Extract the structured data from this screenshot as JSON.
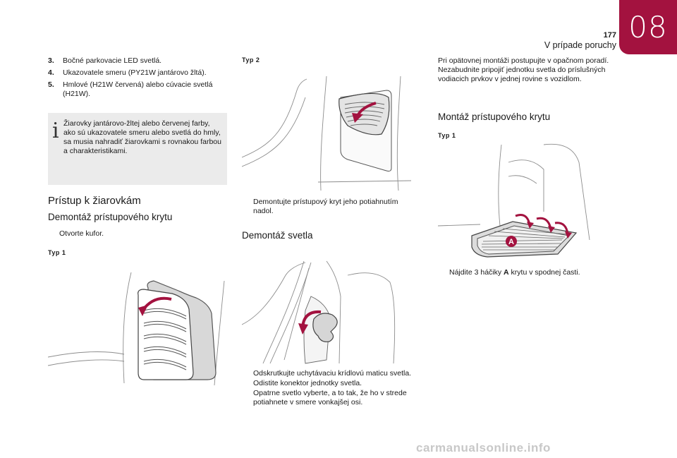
{
  "header": {
    "chapter": "08",
    "page_number": "177",
    "section_title": "V prípade poruchy"
  },
  "left": {
    "items": [
      {
        "num": "3.",
        "text": "Bočné parkovacie LED svetlá."
      },
      {
        "num": "4.",
        "text": "Ukazovatele smeru (PY21W jantárovo žltá)."
      },
      {
        "num": "5.",
        "text": "Hmlové (H21W červená) alebo cúvacie svetlá (H21W)."
      }
    ],
    "note": "Žiarovky jantárovo-žltej alebo červenej farby, ako sú ukazovatele smeru alebo svetlá do hmly, sa musia nahradiť žiarovkami s rovnakou farbou a charakteristikami.",
    "heading": "Prístup k žiarovkám",
    "subheading": "Demontáž prístupového krytu",
    "bullet": "Otvorte kufor.",
    "type_label": "Typ 1"
  },
  "middle": {
    "type_label": "Typ 2",
    "bullet": "Demontujte prístupový kryt jeho potiahnutím nadol.",
    "heading": "Demontáž svetla",
    "bullets": [
      "Odskrutkujte uchytávaciu krídlovú maticu svetla.",
      "Odistite konektor jednotky svetla.",
      "Opatrne svetlo vyberte, a to tak, že ho v strede potiahnete v smere vonkajšej osi."
    ]
  },
  "right": {
    "paragraph": "Pri opätovnej montáži postupujte v opačnom poradí. Nezabudnite pripojiť jednotku svetla do príslušných vodiacich prvkov v jednej rovine s vozidlom.",
    "heading": "Montáž prístupového krytu",
    "type_label": "Typ 1",
    "hook_label": "A",
    "bullet_pre": "Nájdite 3 háčiky ",
    "bullet_bold": "A",
    "bullet_post": " krytu v spodnej časti."
  },
  "bullet_symbol": "",
  "colors": {
    "accent": "#a3123f",
    "note_bg": "#ebebeb"
  },
  "watermark": "carmanualsonline.info"
}
